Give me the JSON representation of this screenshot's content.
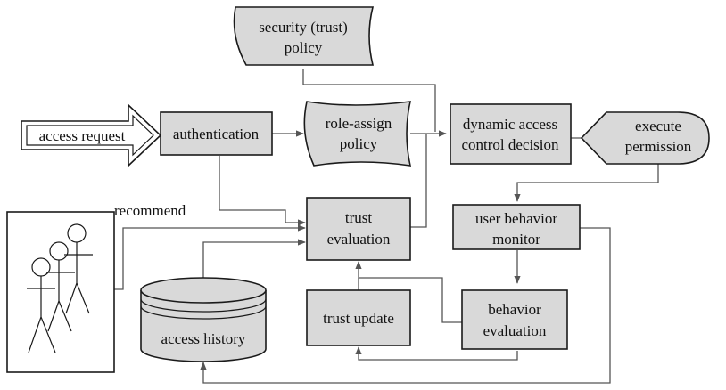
{
  "nodes": {
    "security_policy": [
      "security (trust)",
      "policy"
    ],
    "access_request": "access request",
    "authentication": "authentication",
    "role_assign_policy": [
      "role-assign",
      "policy"
    ],
    "dynamic_decision": [
      "dynamic access",
      "control decision"
    ],
    "execute_permission": [
      "execute",
      "permission"
    ],
    "recommend": "recommend",
    "trust_evaluation": [
      "trust",
      "evaluation"
    ],
    "user_behavior_monitor": [
      "user behavior",
      "monitor"
    ],
    "access_history": "access history",
    "trust_update": "trust update",
    "behavior_evaluation": [
      "behavior",
      "evaluation"
    ]
  },
  "colors": {
    "box_fill": "#d9d9d9",
    "stroke": "#1a1a1a",
    "connector": "#555555"
  },
  "icons": {
    "actors": "stick-figure-users-icon",
    "database": "database-cylinder-icon"
  }
}
